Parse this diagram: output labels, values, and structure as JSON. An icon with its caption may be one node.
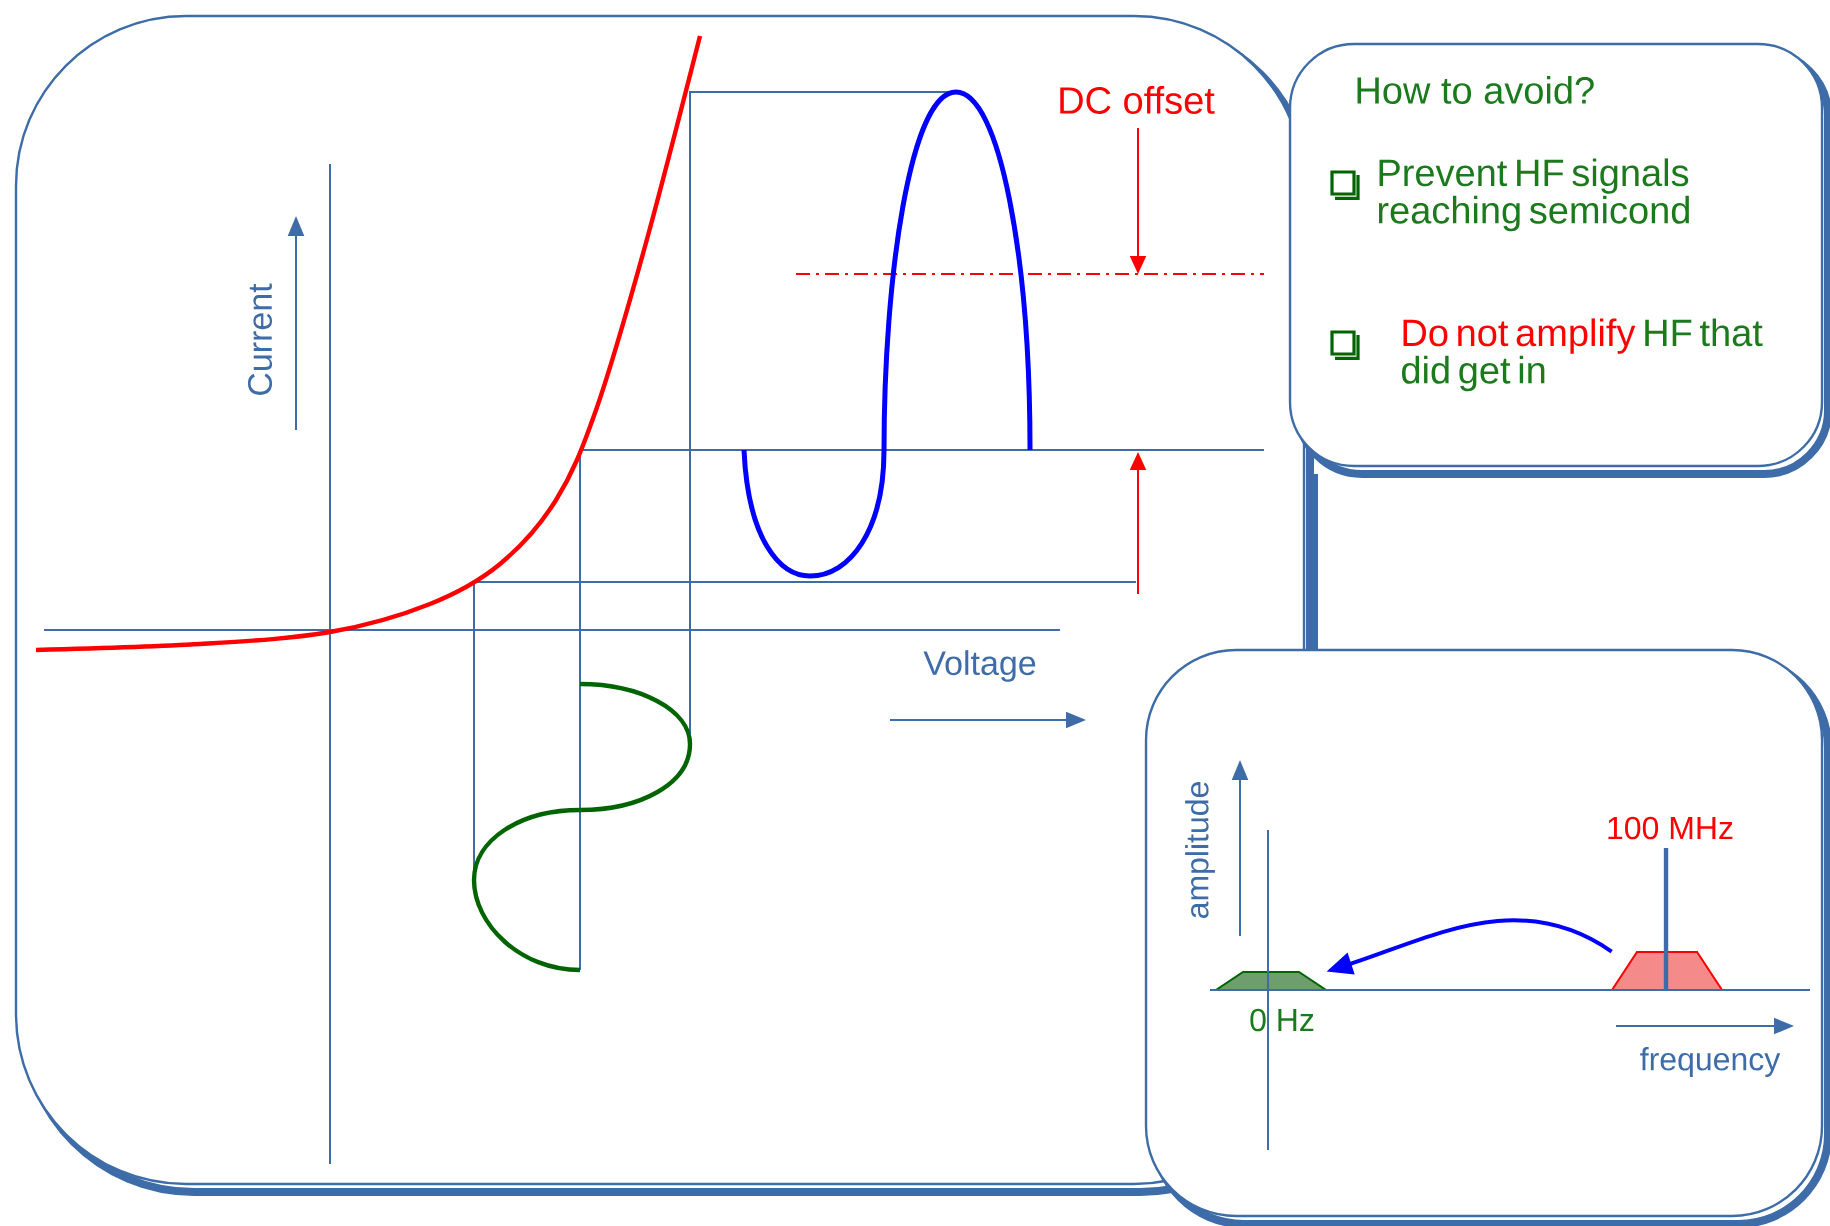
{
  "diagram": {
    "nodes": [
      {
        "text": [],
        "shape": "box"
      },
      {
        "text": [
          "How to avoid?",
          "Prevent HF signals reaching semicond",
          "Do not amplify",
          "HF that did get in"
        ]
      },
      {
        "text": [],
        "shape": "box"
      },
      {
        "text": [],
        "shape": "trapezoid",
        "in": 2,
        "beside": [
          "0 Hz"
        ]
      },
      {
        "text": [],
        "shape": "trapezoid",
        "in": 2,
        "beside": [
          "100 MHz"
        ]
      }
    ],
    "edges": [
      {
        "from": 4,
        "to": 3,
        "arrow": "to"
      }
    ],
    "labels": [
      "Current",
      "DC offset",
      "Voltage",
      "amplitude",
      "frequency"
    ]
  }
}
